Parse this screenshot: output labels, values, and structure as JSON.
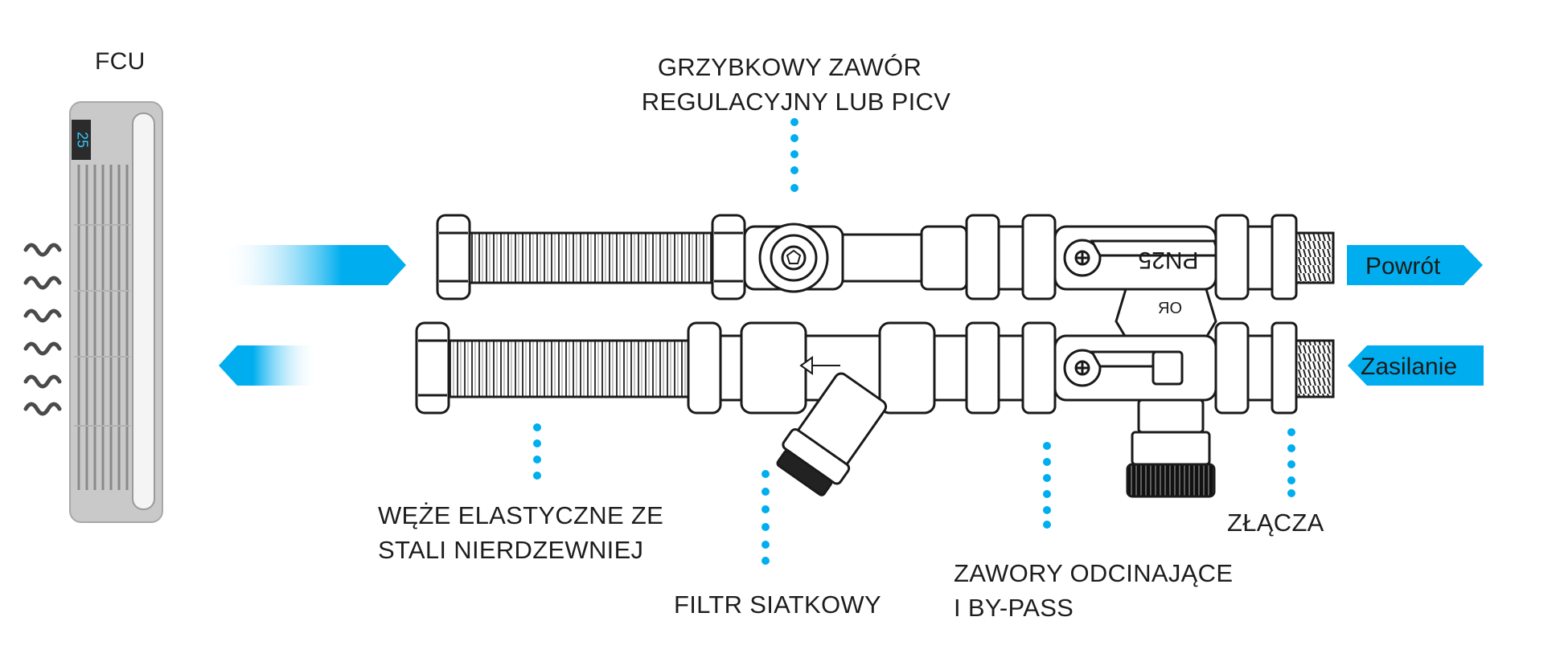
{
  "fcu": {
    "label": "FCU",
    "display": "25"
  },
  "labels": {
    "control_valve": [
      "GRZYBKOWY ZAWÓR",
      "REGULACYJNY LUB PICV"
    ],
    "hoses": [
      "WĘŻE ELASTYCZNE ZE",
      "STALI NIERDZEWNIEJ"
    ],
    "filter": [
      "FILTR SIATKOWY"
    ],
    "shutoff_valves": [
      "ZAWORY ODCINAJĄCE",
      "I BY-PASS"
    ],
    "connectors": [
      "ZŁĄCZA"
    ]
  },
  "flows": {
    "return": "Powrót",
    "supply": "Zasilanie"
  },
  "markings": {
    "pressure": "PN25",
    "brand": "ЯO"
  },
  "colors": {
    "accent": "#00aeef",
    "fcu_body": "#c8c8c8",
    "line": "#1a1a1a"
  }
}
